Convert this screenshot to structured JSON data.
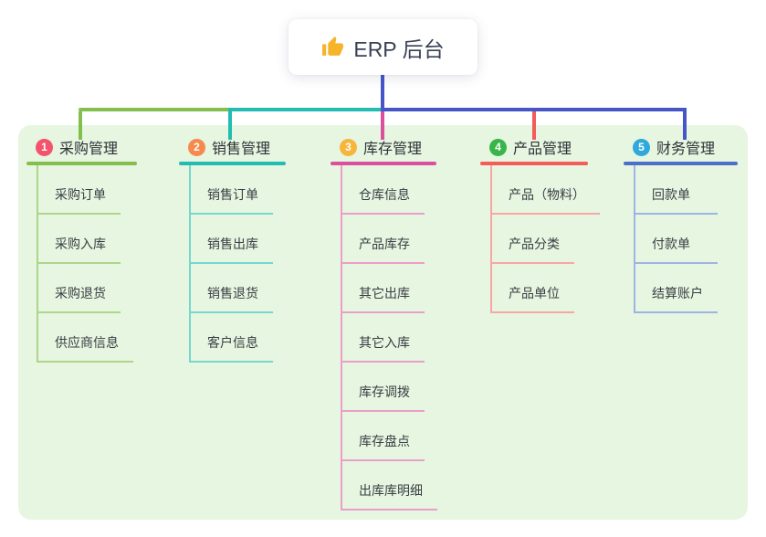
{
  "root": {
    "title": "ERP 后台",
    "icon": "thumbs-up-icon",
    "icon_color": "#f6b42a"
  },
  "colors": {
    "root_connector": "#4656c8",
    "panel_bg": "#e6f6e0"
  },
  "branches": [
    {
      "badge": "1",
      "label": "采购管理",
      "badge_color": "#f4536e",
      "line_color": "#84bf4e",
      "light_color": "#aed589",
      "children": [
        "采购订单",
        "采购入库",
        "采购退货",
        "供应商信息"
      ]
    },
    {
      "badge": "2",
      "label": "销售管理",
      "badge_color": "#f6894e",
      "line_color": "#23bcb2",
      "light_color": "#77d6cf",
      "children": [
        "销售订单",
        "销售出库",
        "销售退货",
        "客户信息"
      ]
    },
    {
      "badge": "3",
      "label": "库存管理",
      "badge_color": "#f8b53b",
      "line_color": "#dc4f9f",
      "light_color": "#ec9ecb",
      "children": [
        "仓库信息",
        "产品库存",
        "其它出库",
        "其它入库",
        "库存调拨",
        "库存盘点",
        "出库库明细"
      ]
    },
    {
      "badge": "4",
      "label": "产品管理",
      "badge_color": "#3ab54a",
      "line_color": "#f45b5b",
      "light_color": "#f8a6a6",
      "children": [
        "产品（物料）",
        "产品分类",
        "产品单位"
      ]
    },
    {
      "badge": "5",
      "label": "财务管理",
      "badge_color": "#2fa8dc",
      "line_color": "#4d6ec9",
      "light_color": "#9db4e4",
      "children": [
        "回款单",
        "付款单",
        "结算账户"
      ]
    }
  ]
}
